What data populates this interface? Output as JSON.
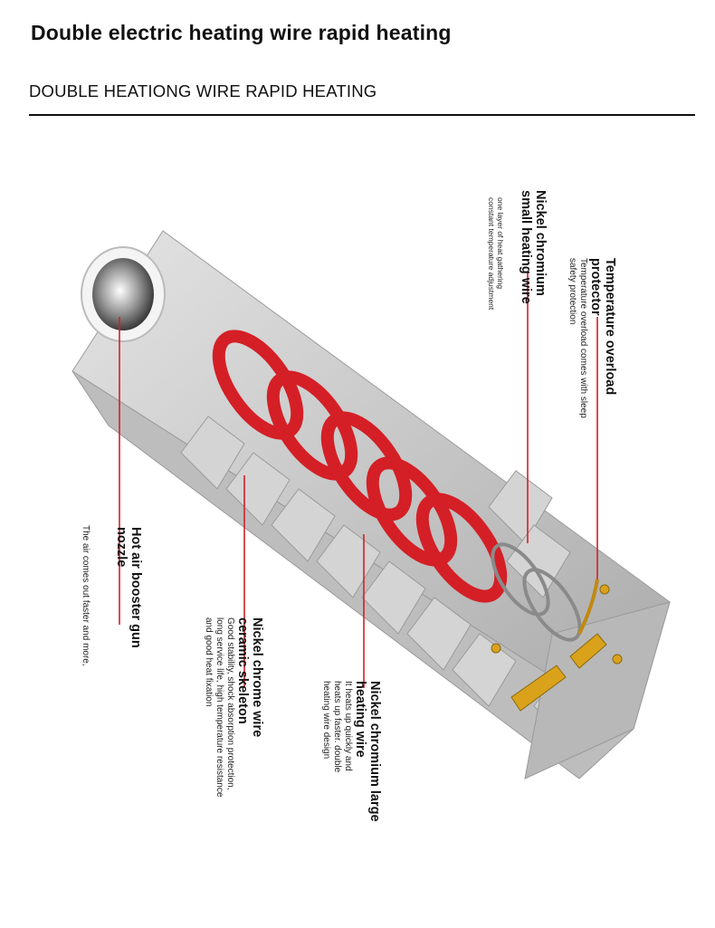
{
  "header": {
    "title": "Double electric heating wire rapid heating",
    "subtitle": "DOUBLE HEATIONG WIRE RAPID HEATING"
  },
  "callouts": {
    "small_wire": {
      "title": "Nickel chromium small heating wire",
      "line1": "one layer of heat gathering",
      "line2": "constant temperature adjustment"
    },
    "protector": {
      "title_line1": "Temperature overload",
      "title_line2": "protector",
      "line1": "Temperature overload comes with sleep",
      "line2": "safety protection"
    },
    "nozzle": {
      "title_line1": "Hot air booster gun",
      "title_line2": "nozzle",
      "line1": "The air comes out faster and more,"
    },
    "skeleton": {
      "title_line1": "Nickel chrome wire",
      "title_line2": "ceramic skeleton",
      "line1": "Good stability, shock absorption protection,",
      "line2": "long service life, high temperature resistance",
      "line3": "and good heat fixation"
    },
    "large_wire": {
      "title_line1": "Nickel chromium large",
      "title_line2": "heating wire",
      "line1": "It heats up quickly and",
      "line2": "heats up faster. double",
      "line3": "heating wire design"
    }
  },
  "colors": {
    "accent_line": "#d0202a",
    "coil": "#d41f26",
    "ceramic": "#c9c9c9",
    "brass": "#d9a21a"
  }
}
